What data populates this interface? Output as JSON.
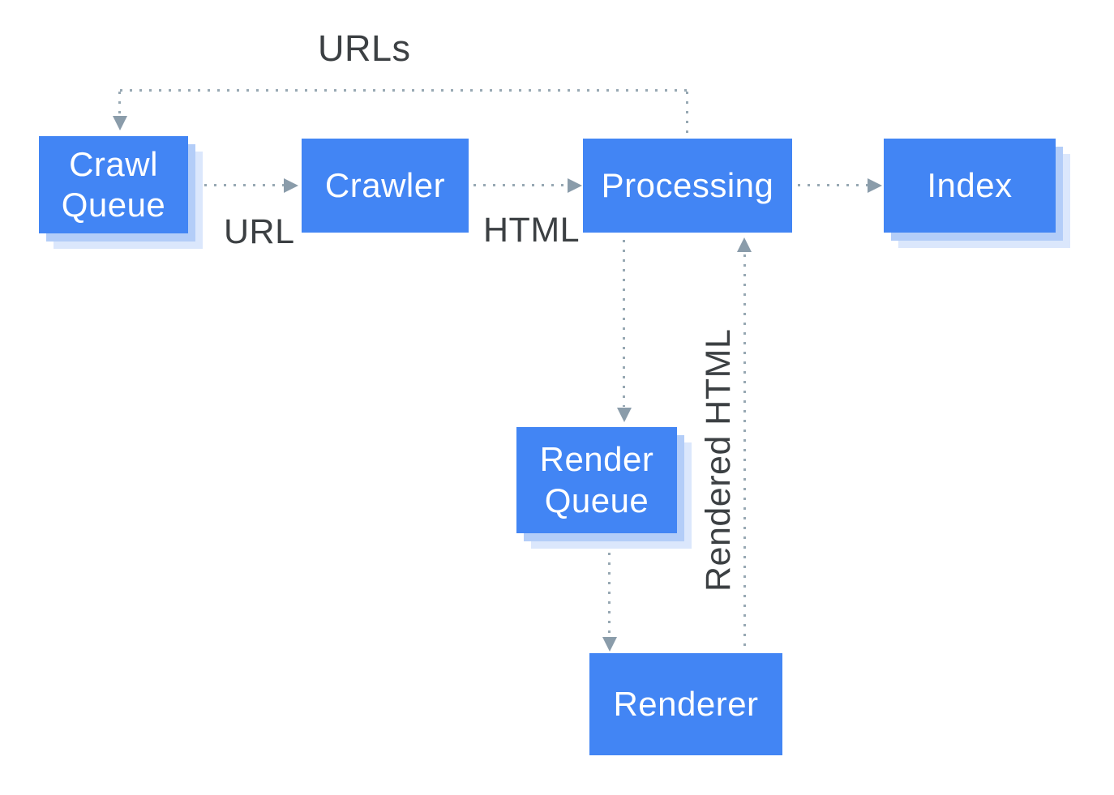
{
  "diagram": {
    "description": "Google Search crawling, rendering and indexing pipeline",
    "nodes": {
      "crawl_queue": {
        "label": "Crawl Queue",
        "kind": "queue"
      },
      "crawler": {
        "label": "Crawler",
        "kind": "process"
      },
      "processing": {
        "label": "Processing",
        "kind": "process"
      },
      "index": {
        "label": "Index",
        "kind": "store"
      },
      "render_queue": {
        "label": "Render Queue",
        "kind": "queue"
      },
      "renderer": {
        "label": "Renderer",
        "kind": "process"
      }
    },
    "edges": [
      {
        "from": "crawl_queue",
        "to": "crawler",
        "label": "URL",
        "style": "dotted"
      },
      {
        "from": "crawler",
        "to": "processing",
        "label": "HTML",
        "style": "dotted"
      },
      {
        "from": "processing",
        "to": "index",
        "label": "",
        "style": "dotted"
      },
      {
        "from": "processing",
        "to": "crawl_queue",
        "label": "URLs",
        "style": "dotted"
      },
      {
        "from": "processing",
        "to": "render_queue",
        "label": "",
        "style": "dotted"
      },
      {
        "from": "render_queue",
        "to": "renderer",
        "label": "",
        "style": "dotted"
      },
      {
        "from": "renderer",
        "to": "processing",
        "label": "Rendered HTML",
        "style": "dotted"
      }
    ],
    "colors": {
      "node_fill": "#4285F4",
      "node_text": "#FFFFFF",
      "stack_shadow_1": "#B3CDF8",
      "stack_shadow_2": "#DBE7FC",
      "connector_dots": "#97A8B3",
      "arrowhead": "#8A9CAA",
      "label_text": "#3C4043",
      "background": "#FFFFFF"
    }
  }
}
